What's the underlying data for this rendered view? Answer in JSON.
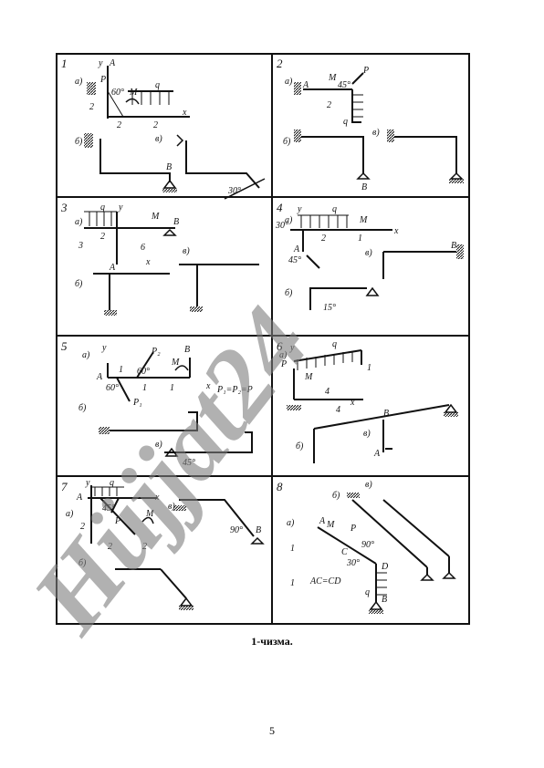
{
  "figure": {
    "caption": "1-чизма.",
    "page_number": "5",
    "watermark": "Hüjjat24",
    "colors": {
      "ink": "#111111",
      "watermark_gray": "#7d7d7d",
      "watermark_violet": "#c9b8f2"
    },
    "panels": [
      {
        "number": "1",
        "variant_labels": [
          "а)",
          "б)",
          "в)"
        ],
        "angles": [
          "60°",
          "30°"
        ],
        "dims": [
          "2",
          "2",
          "2"
        ],
        "points": [
          "A",
          "B"
        ],
        "loads": [
          "P",
          "M",
          "q"
        ],
        "axes": [
          "y",
          "x"
        ]
      },
      {
        "number": "2",
        "variant_labels": [
          "а)",
          "б)",
          "в)"
        ],
        "angles": [
          "45°"
        ],
        "dims": [
          "2"
        ],
        "points": [
          "A",
          "B"
        ],
        "loads": [
          "P",
          "M",
          "q"
        ]
      },
      {
        "number": "3",
        "variant_labels": [
          "а)",
          "б)",
          "в)"
        ],
        "angles": [],
        "dims": [
          "2",
          "6",
          "3"
        ],
        "points": [
          "A",
          "B"
        ],
        "loads": [
          "q",
          "M"
        ],
        "axes": [
          "y",
          "x"
        ]
      },
      {
        "number": "4",
        "variant_labels": [
          "а)",
          "б)",
          "в)"
        ],
        "angles": [
          "30°",
          "45°",
          "15°"
        ],
        "dims": [
          "2",
          "1"
        ],
        "points": [
          "A",
          "B"
        ],
        "loads": [
          "q",
          "M"
        ],
        "axes": [
          "y",
          "x"
        ]
      },
      {
        "number": "5",
        "variant_labels": [
          "а)",
          "б)",
          "в)"
        ],
        "angles": [
          "60°",
          "60°",
          "45°"
        ],
        "dims": [
          "1",
          "1",
          "1"
        ],
        "points": [
          "A",
          "B"
        ],
        "loads": [
          "P₁",
          "P₂",
          "M"
        ],
        "axes": [
          "y",
          "x"
        ],
        "note": "P₁=P₂=P"
      },
      {
        "number": "6",
        "variant_labels": [
          "а)",
          "б)",
          "в)"
        ],
        "angles": [],
        "dims": [
          "1",
          "4",
          "4"
        ],
        "points": [
          "A",
          "B"
        ],
        "loads": [
          "P",
          "q",
          "M"
        ],
        "axes": [
          "y",
          "x"
        ]
      },
      {
        "number": "7",
        "variant_labels": [
          "а)",
          "б)",
          "в)"
        ],
        "angles": [
          "45°",
          "90°"
        ],
        "dims": [
          "2",
          "2",
          "2"
        ],
        "points": [
          "A",
          "B"
        ],
        "loads": [
          "q",
          "P",
          "M"
        ],
        "axes": [
          "y",
          "x"
        ]
      },
      {
        "number": "8",
        "variant_labels": [
          "а)",
          "б)",
          "в)"
        ],
        "angles": [
          "90°",
          "30°"
        ],
        "dims": [
          "1",
          "1"
        ],
        "points": [
          "A",
          "B",
          "C",
          "D"
        ],
        "loads": [
          "M",
          "P",
          "q"
        ],
        "note": "AC=CD"
      }
    ]
  }
}
